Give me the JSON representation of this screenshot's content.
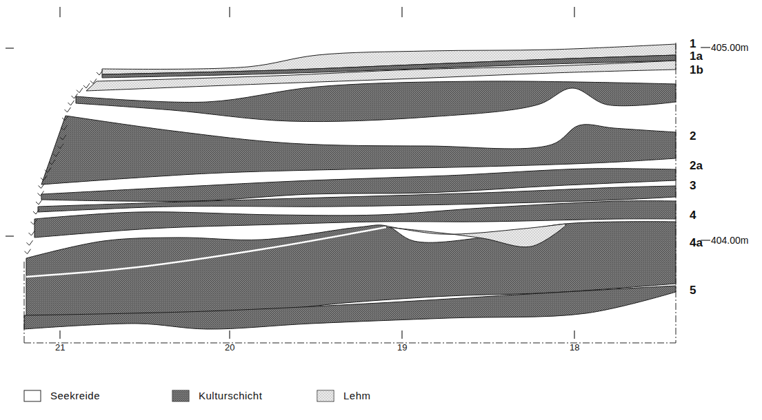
{
  "diagram": {
    "labels": [
      "1",
      "1a",
      "1b",
      "2",
      "2a",
      "3",
      "4",
      "4a",
      "5",
      "405.00m",
      "404.00m",
      "21",
      "20",
      "19",
      "18"
    ],
    "legend": [
      {
        "text": "Seekreide",
        "color": "#ffffff"
      },
      {
        "text": "Kulturschicht",
        "color": "#8c8c8c"
      },
      {
        "text": "Lehm",
        "color": "#ececec"
      }
    ]
  }
}
